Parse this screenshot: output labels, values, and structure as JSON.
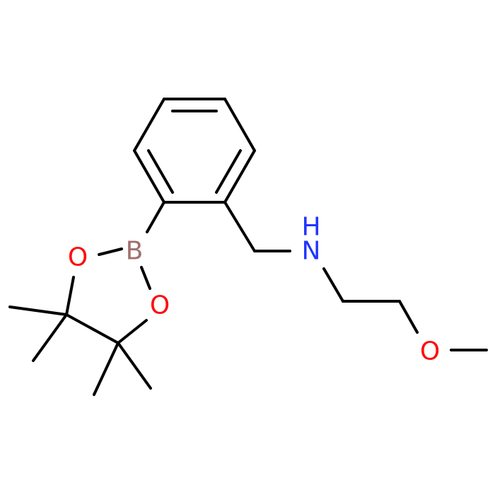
{
  "molecule": {
    "atoms": {
      "boron": {
        "label": "B",
        "color": "#a0706e"
      },
      "ring_oxygen_upper": {
        "label": "O",
        "color": "#ff0d0d"
      },
      "ring_oxygen_lower": {
        "label": "O",
        "color": "#ff0d0d"
      },
      "amine_nitrogen": {
        "label": "N",
        "color": "#1f35ff"
      },
      "amine_hydrogen": {
        "label": "H",
        "color": "#1f35ff"
      },
      "ether_oxygen": {
        "label": "O",
        "color": "#ff0d0d"
      }
    },
    "bond_color": "#000000"
  }
}
